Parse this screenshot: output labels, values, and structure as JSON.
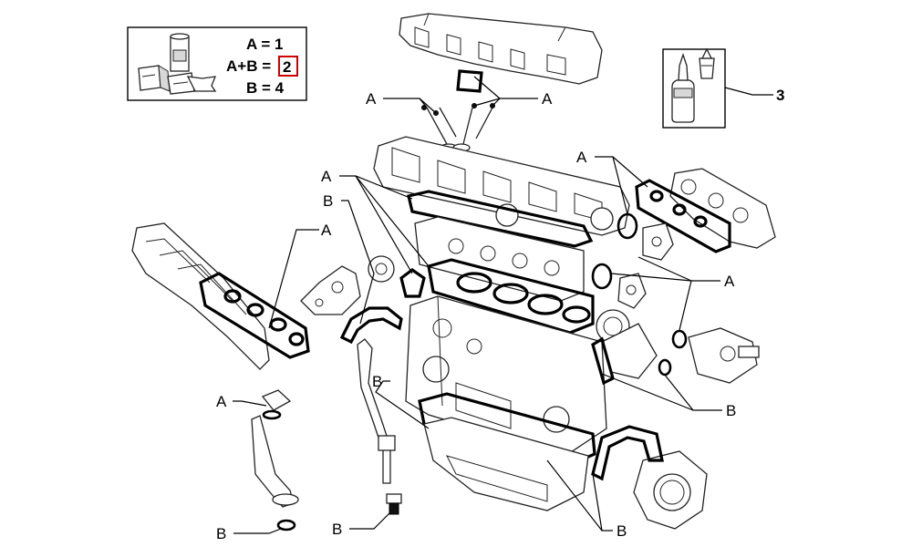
{
  "legend": {
    "line_1": "A = 1",
    "line_2_prefix": "A+B =",
    "line_2_value": "2",
    "line_3": "B = 4",
    "highlight_color": "#cc0000"
  },
  "callouts": {
    "a_top_left": "A",
    "a_top_right": "A",
    "a_left_head": "A",
    "b_left_head": "B",
    "a_exhaust": "A",
    "a_right_manifold": "A",
    "a_right_mid": "A",
    "b_right_pump": "B",
    "a_oil_pickup": "A",
    "b_bottom_left": "B",
    "b_dipstick": "B",
    "b_drain_plug": "B",
    "b_bottom_right": "B",
    "n_sealant": "3"
  },
  "icons": {
    "legend": "gasket-kit-legend-icon",
    "sealant": "sealant-bottle-icon"
  }
}
